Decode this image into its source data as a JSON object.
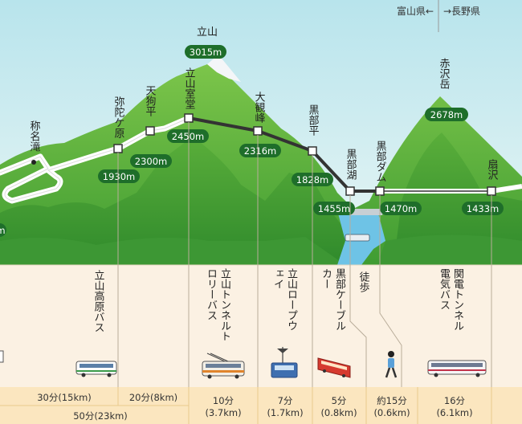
{
  "border": {
    "left": "富山県←",
    "right": "→長野県"
  },
  "peaks": {
    "tateyama": {
      "name": "立山",
      "elev": "3015m"
    },
    "akazawa": {
      "name": "赤沢岳",
      "elev": "2678m"
    }
  },
  "stations": [
    {
      "id": "shomyo",
      "name": "称名滝",
      "elev": ""
    },
    {
      "id": "midagahara",
      "name": "弥陀ケ原",
      "elev": "1930m"
    },
    {
      "id": "tengudaira",
      "name": "天狗平",
      "elev": "2300m"
    },
    {
      "id": "murodo",
      "name": "立山室堂",
      "elev": "2450m"
    },
    {
      "id": "daikanbo",
      "name": "大観峰",
      "elev": "2316m"
    },
    {
      "id": "kurobedaira",
      "name": "黒部平",
      "elev": "1828m"
    },
    {
      "id": "kurobeko",
      "name": "黒部湖",
      "elev": "1455m"
    },
    {
      "id": "kurobedam",
      "name": "黒部ダム",
      "elev": "1470m"
    },
    {
      "id": "ogizawa",
      "name": "扇沢",
      "elev": "1433m"
    }
  ],
  "edge_elev": "m",
  "segments": [
    {
      "id": "highland-bus",
      "name": "立山高原バス",
      "icon": "bus-icon"
    },
    {
      "id": "trolley-bus",
      "name": "立山トンネルトロリーバス",
      "icon": "trolleybus-icon"
    },
    {
      "id": "ropeway",
      "name": "立山ロープウェイ",
      "icon": "ropeway-gondola-icon"
    },
    {
      "id": "cable-car",
      "name": "黒部ケーブルカー",
      "icon": "cable-car-icon"
    },
    {
      "id": "walk",
      "name": "徒歩",
      "icon": "walking-person-icon"
    },
    {
      "id": "electric-bus",
      "name": "関電トンネル電気バス",
      "icon": "electric-bus-icon"
    }
  ],
  "times": {
    "bus_a": "30分(15km)",
    "bus_b": "20分(8km)",
    "bus_total": "50分(23km)",
    "trolley": "10分",
    "trolley_km": "(3.7km)",
    "ropeway": "7分",
    "ropeway_km": "(1.7km)",
    "cable": "5分",
    "cable_km": "(0.8km)",
    "walk": "約15分",
    "walk_km": "(0.6km)",
    "ebus": "16分",
    "ebus_km": "(6.1km)"
  }
}
